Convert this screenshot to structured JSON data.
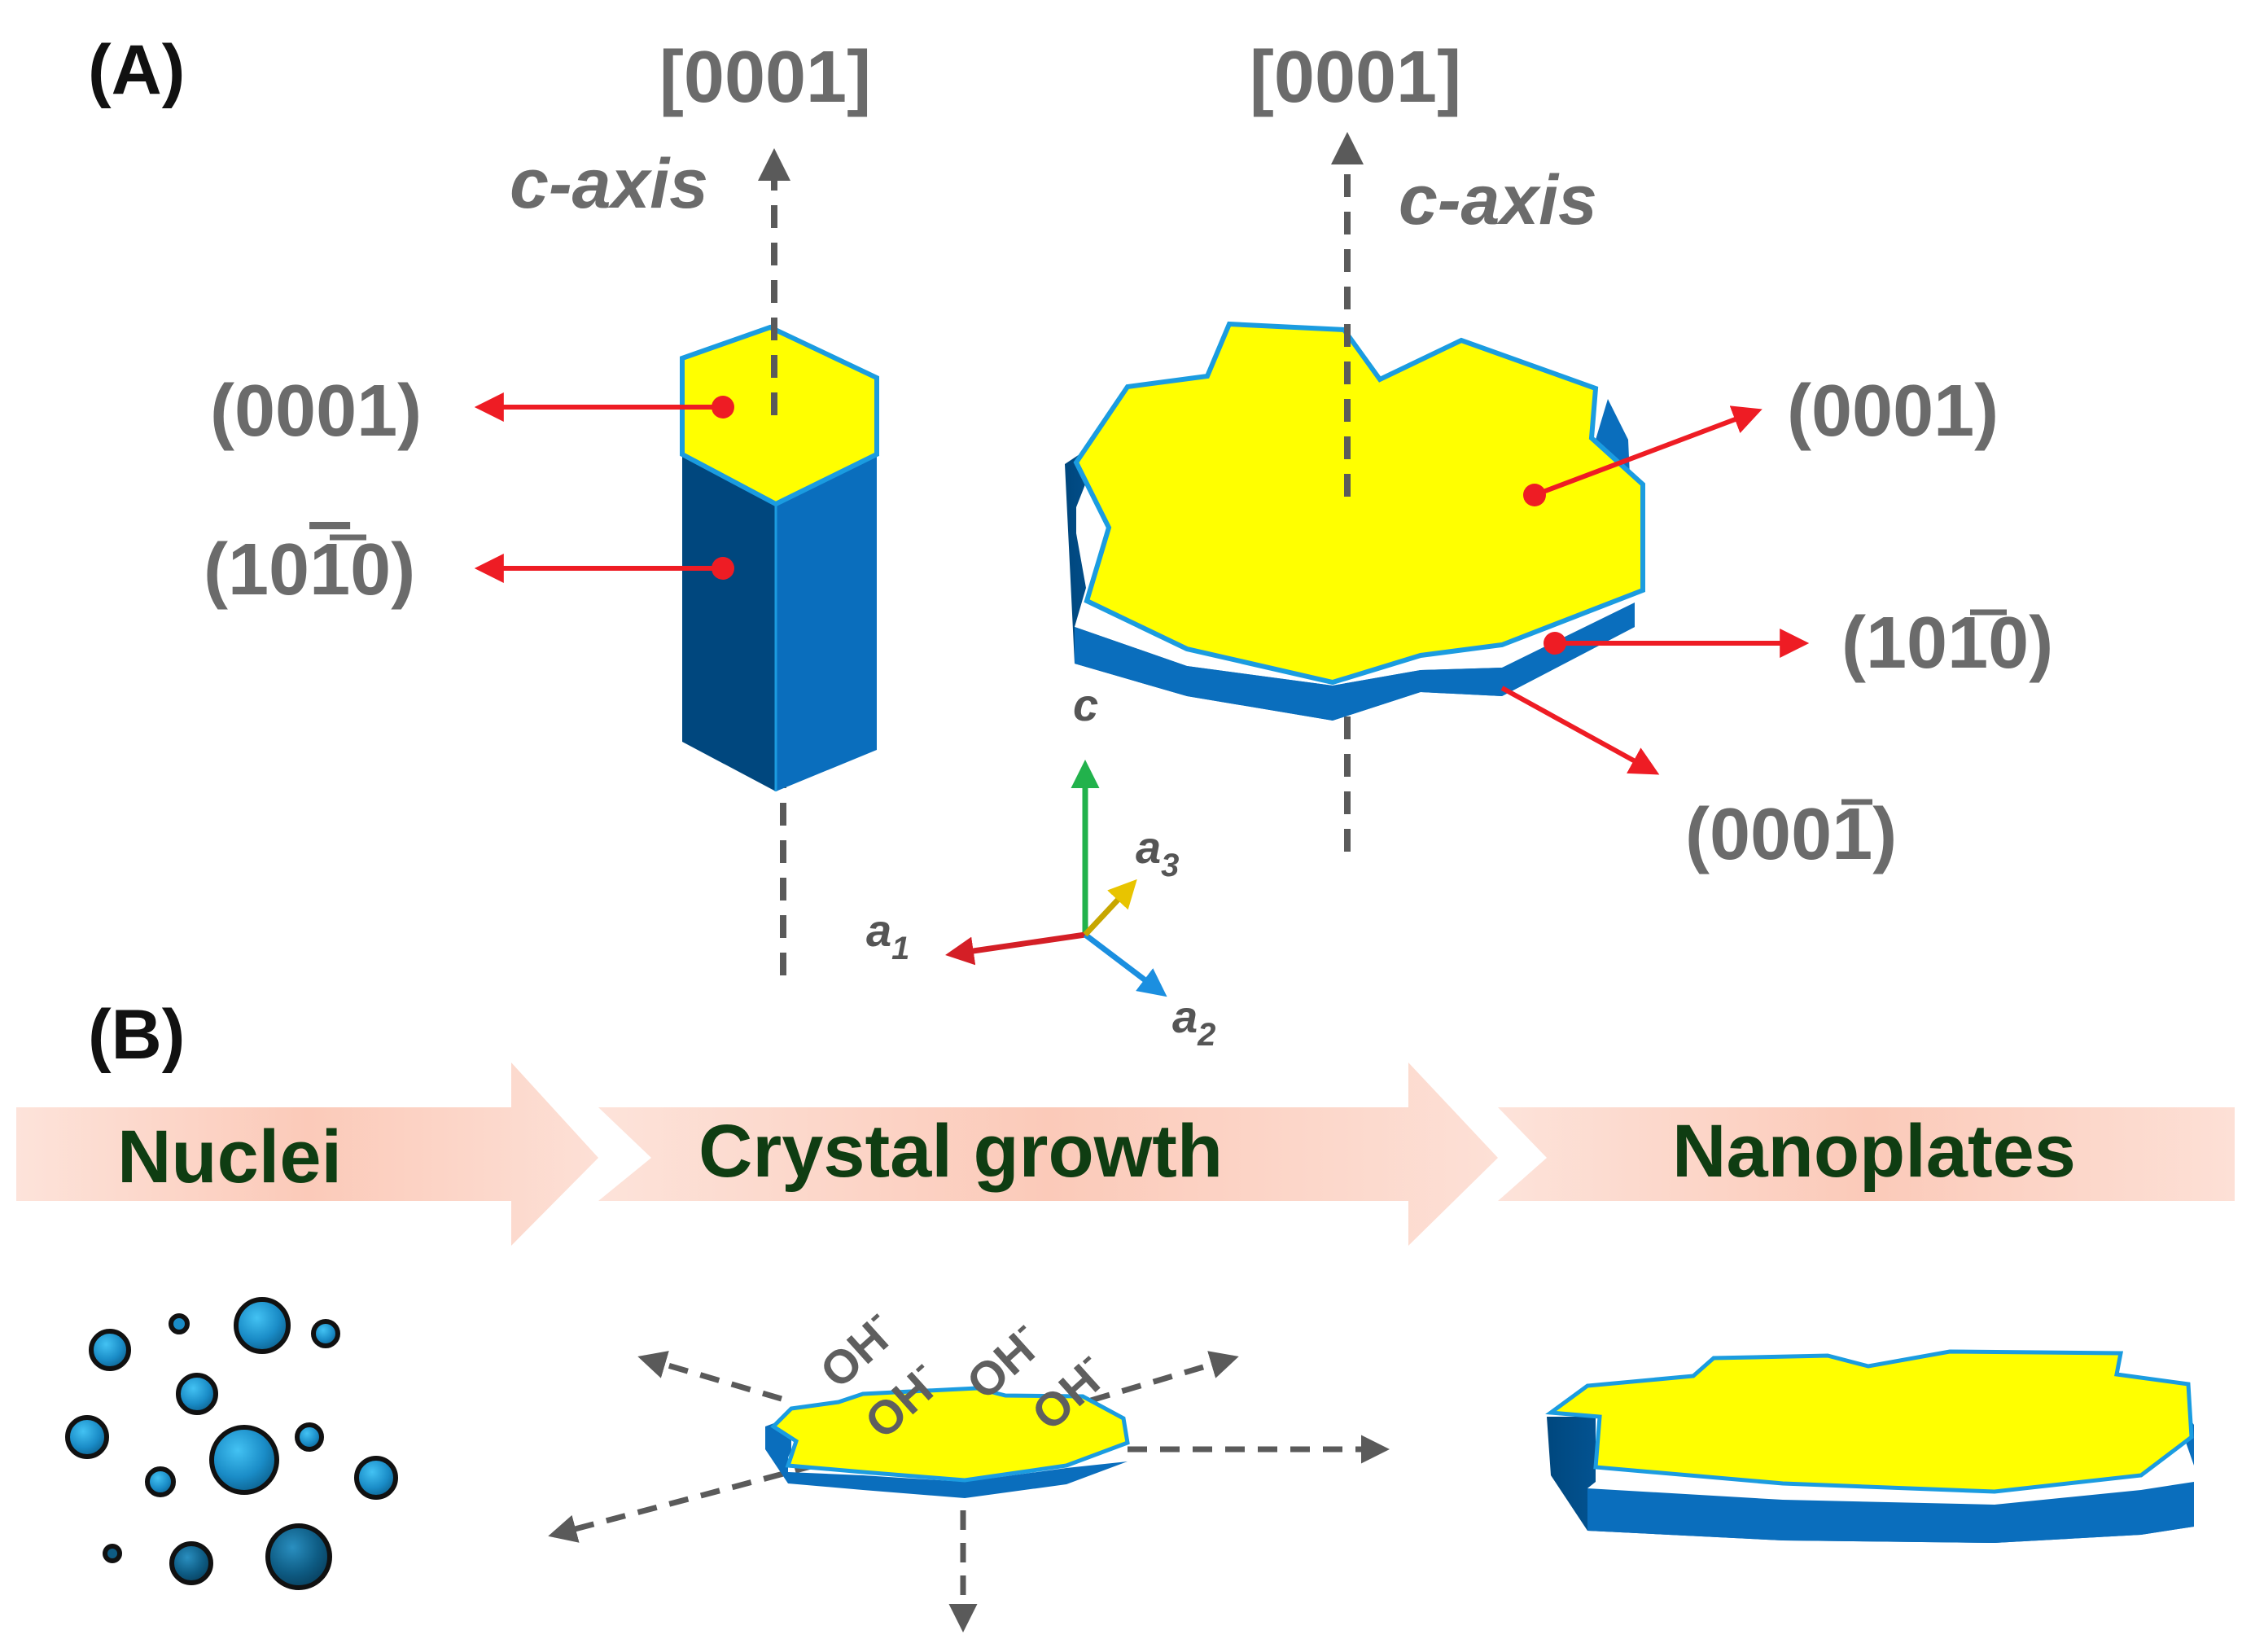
{
  "colors": {
    "top_face": "#ffff00",
    "side_face": "#0a6ebd",
    "side_dark": "#00477e",
    "outline": "#1b9ce0",
    "pointer_red": "#ee1c24",
    "guide_gray": "#5a5a5a",
    "banner_fill": "#fbd3c6",
    "stage_text": "#0f3d12"
  },
  "icons": [
    "hexagonal-prism-icon",
    "nanoplate-icon",
    "coordinate-axes-icon",
    "nucleus-particle-icon",
    "growth-arrow-icon"
  ],
  "panel_a": {
    "label": "(A)",
    "rod": {
      "direction": "[0001]",
      "axis_name": "c-axis",
      "top_plane": "(0001)",
      "side_plane": "(10",
      "side_plane_bar": "1",
      "side_plane_end": "0)"
    },
    "plate": {
      "direction": "[0001]",
      "axis_name": "c-axis",
      "top_plane": "(0001)",
      "side_plane": "(10",
      "side_plane_bar": "1",
      "side_plane_end": "0)",
      "bottom_plane": "(000",
      "bottom_plane_bar": "1",
      "bottom_plane_end": ")"
    },
    "axes": {
      "c": "c",
      "a1": "a",
      "a1_sub": "1",
      "a2": "a",
      "a2_sub": "2",
      "a3": "a",
      "a3_sub": "3"
    }
  },
  "panel_b": {
    "label": "(B)",
    "stages": [
      "Nuclei",
      "Crystal growth",
      "Nanoplates"
    ],
    "ion": "OH",
    "ion_charge": "-"
  }
}
